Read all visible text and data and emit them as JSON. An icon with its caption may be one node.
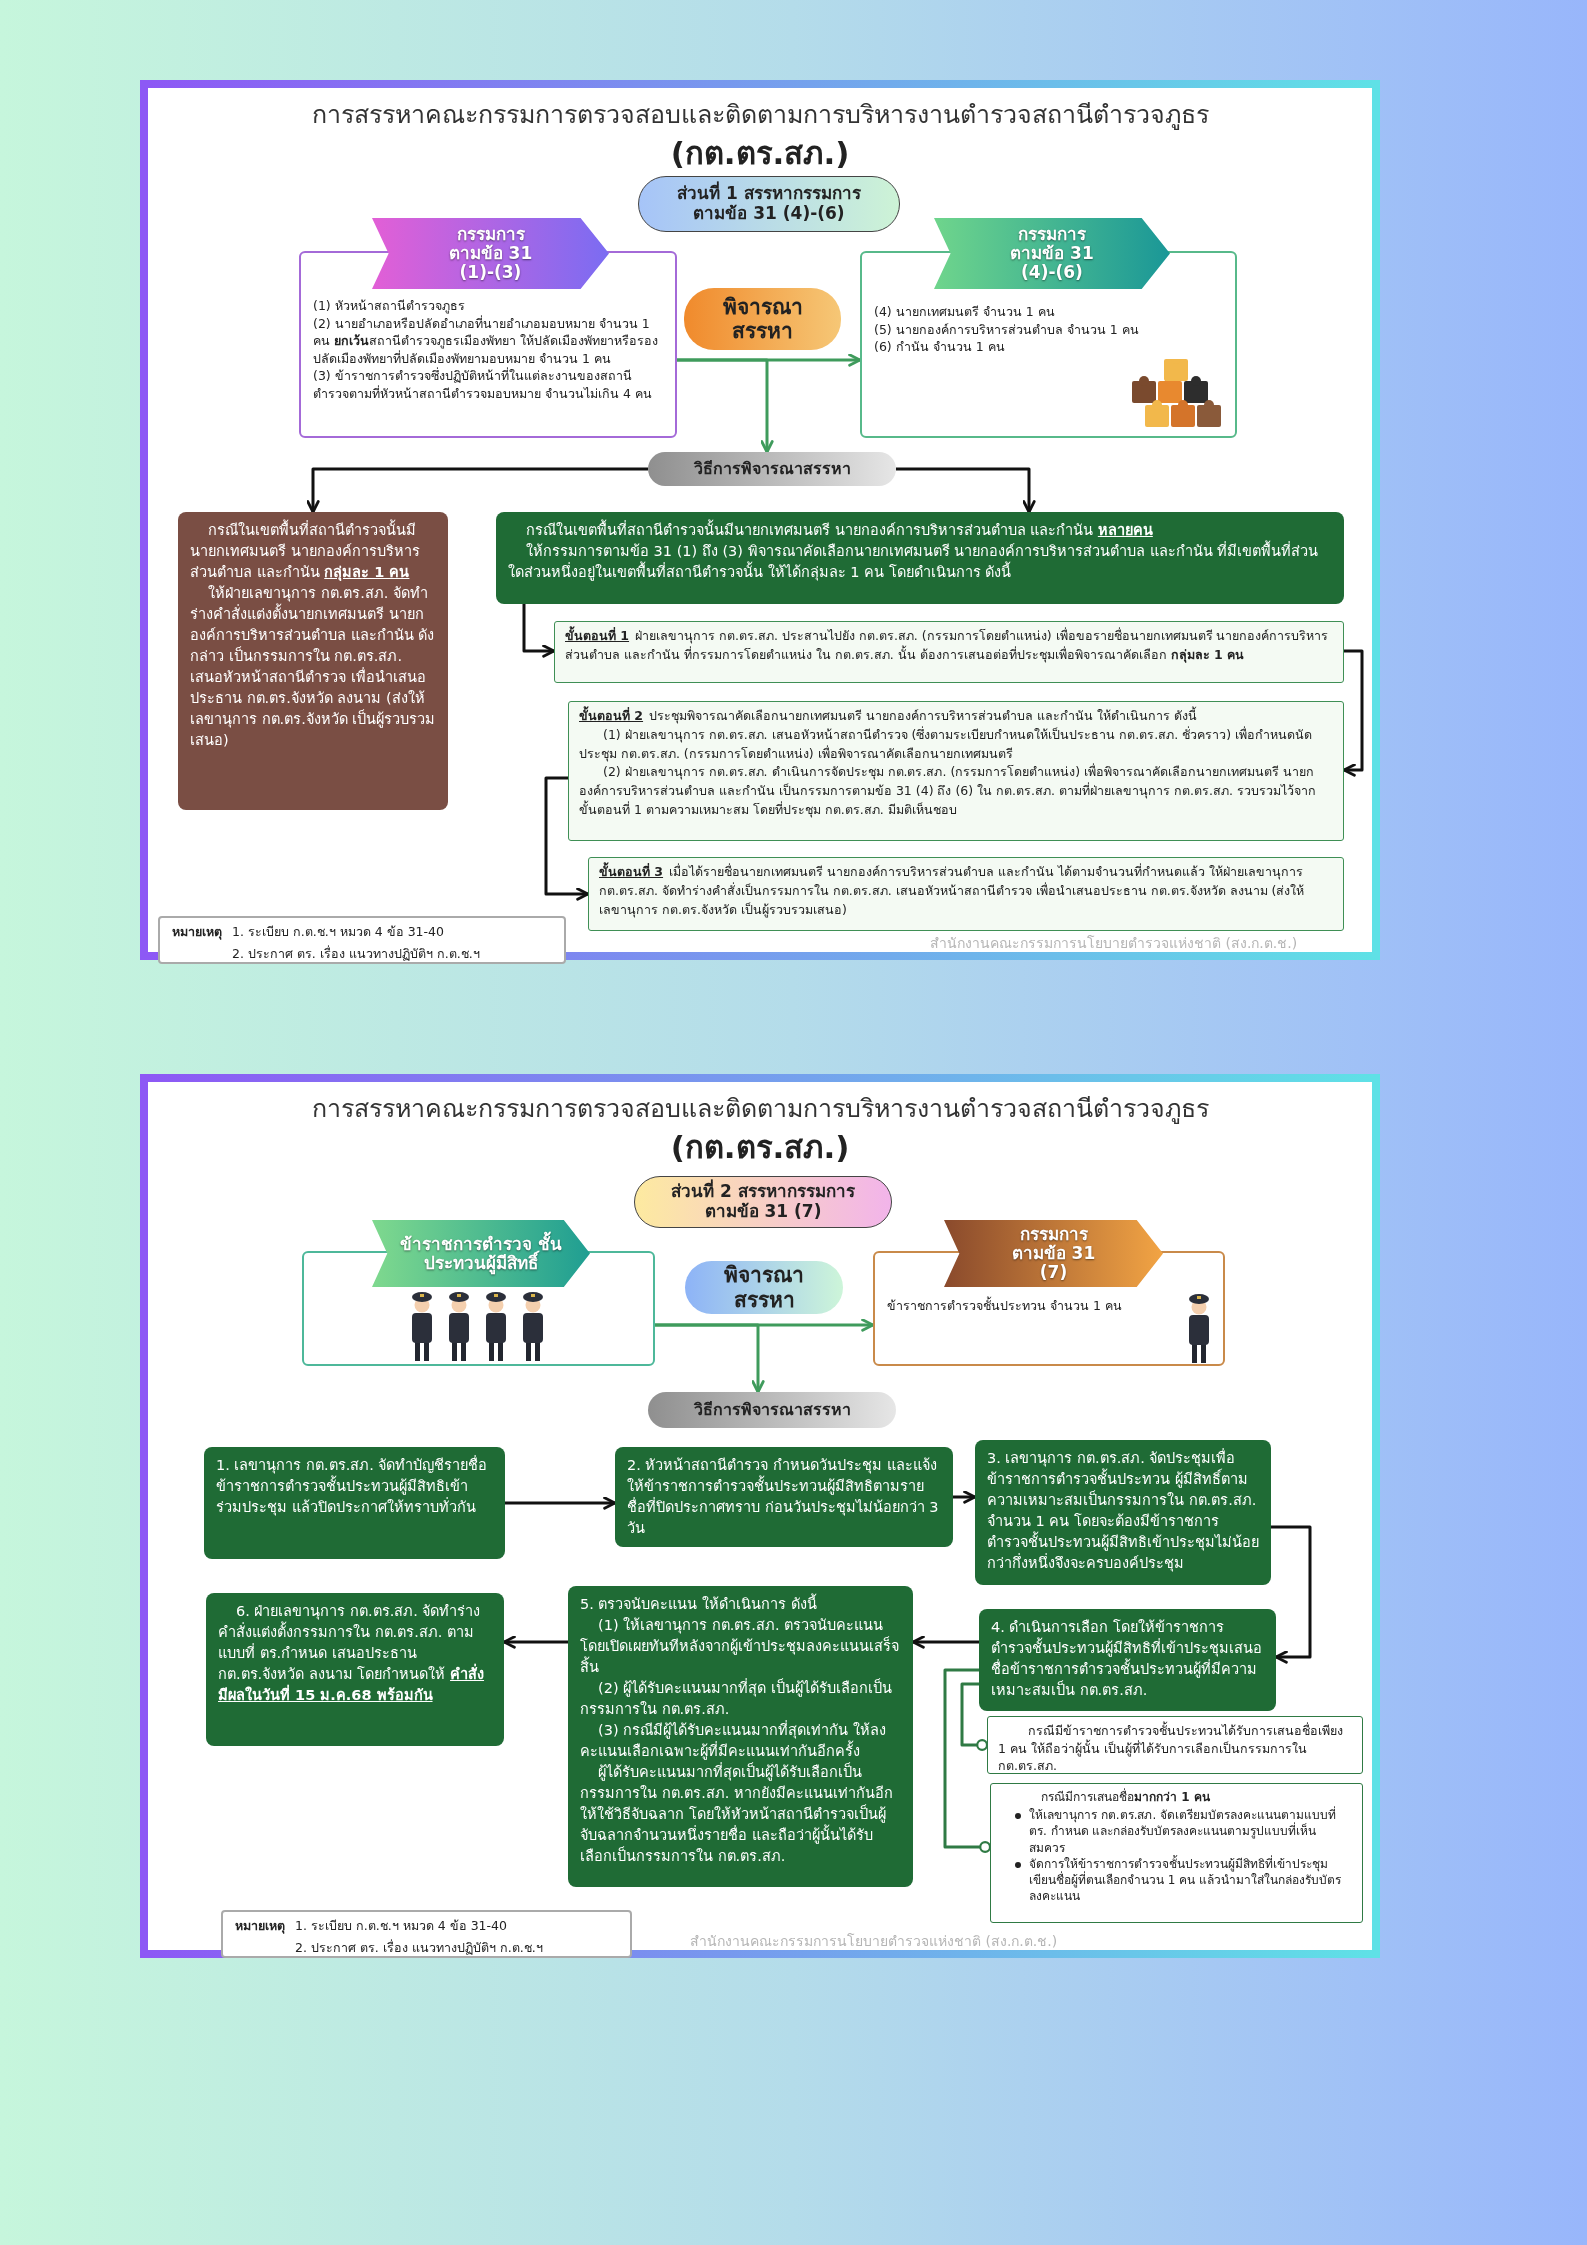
{
  "diagram": {
    "nodes": [
      {
        "text": [
          "การสรรหาคณะกรรมการตรวจสอบและติดตามการบริหารงานตำรวจสถานีตำรวจภูธร",
          "(กต.ตร.สภ.)"
        ]
      },
      {
        "text": [
          "ส่วนที่ 1 สรรหากรรมการ ตามข้อ 31 (4)-(6)"
        ],
        "in": 0
      },
      {
        "text": [
          "กรรมการ ตามข้อ 31 (1)-(3)",
          "(1) หัวหน้าสถานีตำรวจภูธร",
          "(2) นายอำเภอหรือปลัดอำเภอที่นายอำเภอมอบหมาย จำนวน 1 คน **ยกเว้น**สถานีตำรวจภูธรเมืองพัทยา ให้ปลัดเมืองพัทยาหรือรองปลัดเมืองพัทยาที่ปลัดเมืองพัทยามอบหมาย จำนวน 1 คน",
          "(3) ข้าราชการตำรวจซึ่งปฏิบัติหน้าที่ในแต่ละงานของสถานีตำรวจตามที่หัวหน้าสถานีตำรวจมอบหมาย จำนวนไม่เกิน 4 คน"
        ],
        "in": 0
      },
      {
        "text": [
          "พิจารณา สรรหา"
        ],
        "in": 0
      },
      {
        "text": [
          "กรรมการ ตามข้อ 31 (4)-(6)",
          "(4) นายกเทศมนตรี จำนวน 1 คน",
          "(5) นายกองค์การบริหารส่วนตำบล จำนวน 1 คน",
          "(6) กำนัน จำนวน 1 คน"
        ],
        "in": 0
      },
      {
        "text": [
          "วิธีการพิจารณาสรรหา"
        ],
        "in": 0
      },
      {
        "text": [
          "กรณีในเขตพื้นที่สถานีตำรวจนั้นมีนายกเทศมนตรี นายกองค์การบริหารส่วนตำบล และกำนัน **กลุ่มละ 1 คน**",
          "ให้ฝ่ายเลขานุการ กต.ตร.สภ. จัดทำร่างคำสั่งแต่งตั้งนายกเทศมนตรี นายกองค์การบริหารส่วนตำบล และกำนัน ดังกล่าว เป็นกรรมการใน กต.ตร.สภ. เสนอหัวหน้าสถานีตำรวจ เพื่อนำเสนอประธาน กต.ตร.จังหวัด ลงนาม (ส่งให้เลขานุการ กต.ตร.จังหวัด เป็นผู้รวบรวมเสนอ)"
        ],
        "in": 0
      },
      {
        "text": [
          "กรณีในเขตพื้นที่สถานีตำรวจนั้นมีนายกเทศมนตรี นายกองค์การบริหารส่วนตำบล และกำนัน **หลายคน**",
          "ให้กรรมการตามข้อ 31 (1) ถึง (3) พิจารณาคัดเลือกนายกเทศมนตรี นายกองค์การบริหารส่วนตำบล และกำนัน ที่มีเขตพื้นที่ส่วนใดส่วนหนึ่งอยู่ในเขตพื้นที่สถานีตำรวจนั้น ให้ได้กลุ่มละ 1 คน โดยดำเนินการ ดังนี้"
        ],
        "in": 0
      },
      {
        "text": [
          "ขั้นตอนที่ 1",
          "ฝ่ายเลขานุการ กต.ตร.สภ. ประสานไปยัง กต.ตร.สภ. (กรรมการโดยตำแหน่ง) เพื่อขอรายชื่อนายกเทศมนตรี นายกองค์การบริหารส่วนตำบล และกำนัน ที่กรรมการโดยตำแหน่ง ใน กต.ตร.สภ. นั้น ต้องการเสนอต่อที่ประชุมเพื่อพิจารณาคัดเลือก **กลุ่มละ 1 คน**"
        ],
        "in": 0
      },
      {
        "text": [
          "ขั้นตอนที่ 2",
          "ประชุมพิจารณาคัดเลือกนายกเทศมนตรี นายกองค์การบริหารส่วนตำบล และกำนัน ให้ดำเนินการ ดังนี้",
          "(1) ฝ่ายเลขานุการ กต.ตร.สภ. เสนอหัวหน้าสถานีตำรวจ (ซึ่งตามระเบียบกำหนดให้เป็นประธาน กต.ตร.สภ. ชั่วคราว) เพื่อกำหนดนัดประชุม กต.ตร.สภ. (กรรมการโดยตำแหน่ง) เพื่อพิจารณาคัดเลือกนายกเทศมนตรี",
          "(2) ฝ่ายเลขานุการ กต.ตร.สภ. ดำเนินการจัดประชุม กต.ตร.สภ. (กรรมการโดยตำแหน่ง) เพื่อพิจารณาคัดเลือกนายกเทศมนตรี นายกองค์การบริหารส่วนตำบล และกำนัน เป็นกรรมการตามข้อ 31 (4) ถึง (6) ใน กต.ตร.สภ. ตามที่ฝ่ายเลขานุการ กต.ตร.สภ. รวบรวมไว้จากขั้นตอนที่ 1 ตามความเหมาะสม โดยที่ประชุม กต.ตร.สภ. มีมติเห็นชอบ"
        ],
        "in": 0
      },
      {
        "text": [
          "ขั้นตอนที่ 3",
          "เมื่อได้รายชื่อนายกเทศมนตรี นายกองค์การบริหารส่วนตำบล และกำนัน ได้ตามจำนวนที่กำหนดแล้ว ให้ฝ่ายเลขานุการ กต.ตร.สภ. จัดทำร่างคำสั่งเป็นกรรมการใน กต.ตร.สภ. เสนอหัวหน้าสถานีตำรวจ เพื่อนำเสนอประธาน กต.ตร.จังหวัด ลงนาม (ส่งให้เลขานุการ กต.ตร.จังหวัด เป็นผู้รวบรวมเสนอ)"
        ],
        "in": 0
      },
      {
        "text": [
          "หมายเหตุ",
          "1. ระเบียบ ก.ต.ช.ฯ หมวด 4 ข้อ 31-40",
          "2. ประกาศ ตร. เรื่อง แนวทางปฏิบัติฯ ก.ต.ช.ฯ"
        ],
        "in": 0
      },
      {
        "text": [
          "การสรรหาคณะกรรมการตรวจสอบและติดตามการบริหารงานตำรวจสถานีตำรวจภูธร",
          "(กต.ตร.สภ.)"
        ]
      },
      {
        "text": [
          "ส่วนที่ 2 สรรหากรรมการ ตามข้อ 31 (7)"
        ],
        "in": 12
      },
      {
        "text": [
          "ข้าราชการตำรวจ ชั้นประทวนผู้มีสิทธิ์"
        ],
        "in": 12
      },
      {
        "text": [
          "พิจารณา สรรหา"
        ],
        "in": 12
      },
      {
        "text": [
          "กรรมการ ตามข้อ 31 (7)",
          "ข้าราชการตำรวจชั้นประทวน จำนวน 1 คน"
        ],
        "in": 12
      },
      {
        "text": [
          "วิธีการพิจารณาสรรหา"
        ],
        "in": 12
      },
      {
        "text": [
          "1. เลขานุการ กต.ตร.สภ. จัดทำบัญชีรายชื่อข้าราชการตำรวจชั้นประทวนผู้มีสิทธิเข้าร่วมประชุม แล้วปิดประกาศให้ทราบทั่วกัน"
        ],
        "in": 12
      },
      {
        "text": [
          "2. หัวหน้าสถานีตำรวจ กำหนดวันประชุม และแจ้งให้ข้าราชการตำรวจชั้นประทวนผู้มีสิทธิตามรายชื่อที่ปิดประกาศทราบ ก่อนวันประชุมไม่น้อยกว่า 3 วัน"
        ],
        "in": 12
      },
      {
        "text": [
          "3. เลขานุการ กต.ตร.สภ. จัดประชุมเพื่อข้าราชการตำรวจชั้นประทวน ผู้มีสิทธิ์ตามความเหมาะสมเป็นกรรมการใน กต.ตร.สภ. จำนวน 1 คน โดยจะต้องมีข้าราชการตำรวจชั้นประทวนผู้มีสิทธิเข้าประชุมไม่น้อยกว่ากึ่งหนึ่งจึงจะครบองค์ประชุม"
        ],
        "in": 12
      },
      {
        "text": [
          "4. ดำเนินการเลือก โดยให้ข้าราชการตำรวจชั้นประทวนผู้มีสิทธิที่เข้าประชุมเสนอชื่อข้าราชการตำรวจชั้นประทวนผู้ที่มีความเหมาะสมเป็น กต.ตร.สภ."
        ],
        "in": 12
      },
      {
        "text": [
          "5. ตรวจนับคะแนน ให้ดำเนินการ ดังนี้",
          "(1) ให้เลขานุการ กต.ตร.สภ. ตรวจนับคะแนนโดยเปิดเผยทันทีหลังจากผู้เข้าประชุมลงคะแนนเสร็จสิ้น",
          "(2) ผู้ได้รับคะแนนมากที่สุด เป็นผู้ได้รับเลือกเป็นกรรมการใน กต.ตร.สภ.",
          "(3) กรณีมีผู้ได้รับคะแนนมากที่สุดเท่ากัน ให้ลงคะแนนเลือกเฉพาะผู้ที่มีคะแนนเท่ากันอีกครั้ง",
          "ผู้ได้รับคะแนนมากที่สุดเป็นผู้ได้รับเลือกเป็นกรรมการใน กต.ตร.สภ. หากยังมีคะแนนเท่ากันอีกให้ใช้วิธีจับฉลาก โดยให้หัวหน้าสถานีตำรวจเป็นผู้จับฉลากจำนวนหนึ่งรายชื่อ และถือว่าผู้นั้นได้รับเลือกเป็นกรรมการใน กต.ตร.สภ."
        ],
        "in": 12
      },
      {
        "text": [
          "6. ฝ่ายเลขานุการ กต.ตร.สภ. จัดทำร่างคำสั่งแต่งตั้งกรรมการใน กต.ตร.สภ. ตามแบบที่ ตร.กำหนด เสนอประธาน กต.ตร.จังหวัด ลงนาม โดยกำหนดให้ **คำสั่งมีผลในวันที่ 15 ม.ค.68 พร้อมกัน**"
        ],
        "in": 12
      },
      {
        "text": [
          "กรณีมีข้าราชการตำรวจชั้นประทวนได้รับการเสนอชื่อเพียง 1 คน ให้ถือว่าผู้นั้น เป็นผู้ที่ได้รับการเลือกเป็นกรรมการใน กต.ตร.สภ."
        ],
        "in": 12
      },
      {
        "text": [
          "กรณีมีการเสนอชื่อ**มากกว่า 1 คน**",
          "ให้เลขานุการ กต.ตร.สภ. จัดเตรียมบัตรลงคะแนนตามแบบที่ ตร. กำหนด และกล่องรับบัตรลงคะแนนตามรูปแบบที่เห็นสมควร",
          "จัดการให้ข้าราชการตำรวจชั้นประทวนผู้มีสิทธิที่เข้าประชุมเขียนชื่อผู้ที่ตนเลือกจำนวน 1 คน แล้วนำมาใส่ในกล่องรับบัตรลงคะแนน"
        ],
        "in": 12
      },
      {
        "text": [
          "หมายเหตุ",
          "1. ระเบียบ ก.ต.ช.ฯ หมวด 4 ข้อ 31-40",
          "2. ประกาศ ตร. เรื่อง แนวทางปฏิบัติฯ ก.ต.ช.ฯ"
        ],
        "in": 12
      }
    ],
    "edges": [
      {
        "from": 2,
        "to": 4,
        "arrow": "to",
        "color": "#3f9b5c"
      },
      {
        "from": 2,
        "to": 5,
        "arrow": "to",
        "color": "#3f9b5c"
      },
      {
        "from": 5,
        "to": 6,
        "arrow": "to"
      },
      {
        "from": 5,
        "to": 7,
        "arrow": "to"
      },
      {
        "from": 7,
        "to": 8,
        "arrow": "to"
      },
      {
        "from": 8,
        "to": 9,
        "arrow": "to"
      },
      {
        "from": 9,
        "to": 10,
        "arrow": "to"
      },
      {
        "from": 14,
        "to": 16,
        "arrow": "to",
        "color": "#3f9b5c"
      },
      {
        "from": 14,
        "to": 17,
        "arrow": "to",
        "color": "#3f9b5c"
      },
      {
        "from": 18,
        "to": 19,
        "arrow": "to"
      },
      {
        "from": 19,
        "to": 20,
        "arrow": "to"
      },
      {
        "from": 20,
        "to": 21,
        "arrow": "to"
      },
      {
        "from": 21,
        "to": 22,
        "arrow": "to"
      },
      {
        "from": 22,
        "to": 23,
        "arrow": "to"
      },
      {
        "from": 21,
        "to": 24,
        "arrow": "other",
        "color": "#2f7a44"
      },
      {
        "from": 21,
        "to": 25,
        "arrow": "other",
        "color": "#2f7a44"
      }
    ],
    "labels": [
      "สำนักงานคณะกรรมการนโยบายตำรวจแห่งชาติ (สง.ก.ต.ช.)",
      "สำนักงานคณะกรรมการนโยบายตำรวจแห่งชาติ (สง.ก.ต.ช.)"
    ]
  }
}
